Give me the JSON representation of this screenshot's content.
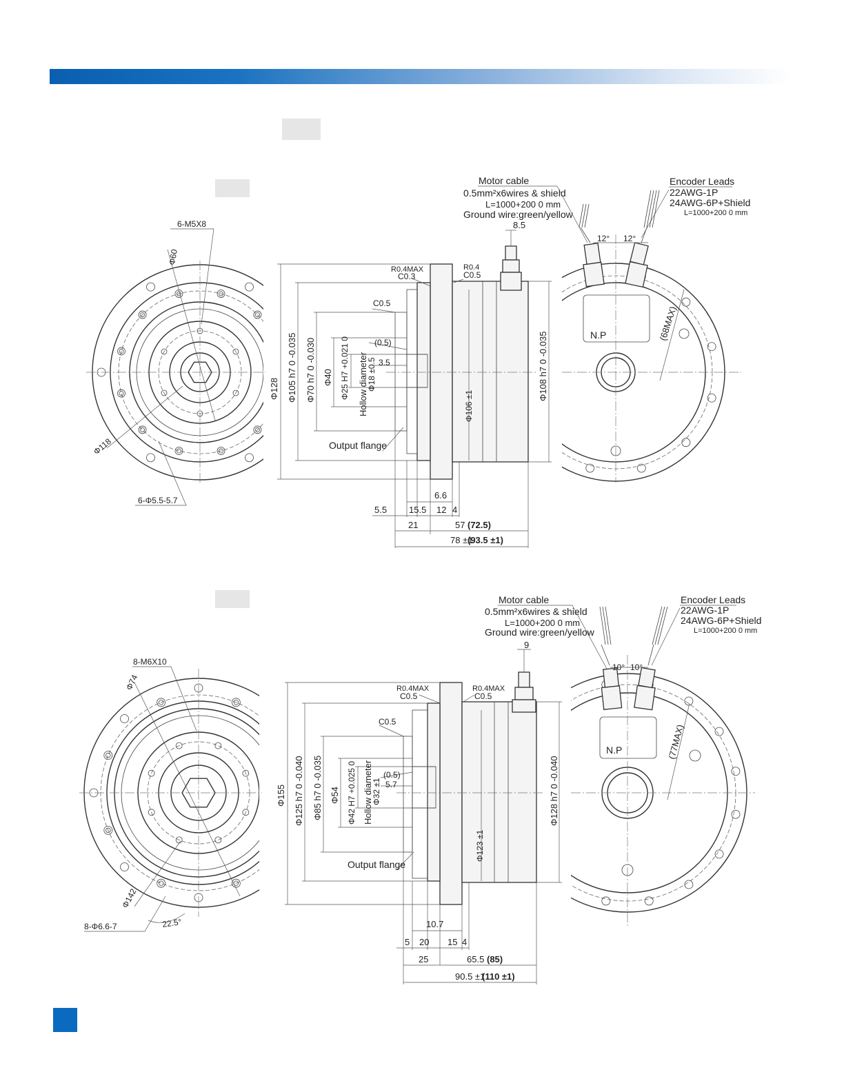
{
  "top": {
    "motor_cable": {
      "title": "Motor cable",
      "spec": "0.5mm²x6wires & shield",
      "length": "L=1000+200 0 mm",
      "ground": "Ground wire:green/yellow"
    },
    "encoder": {
      "title": "Encoder Leads",
      "line1": "22AWG-1P",
      "line2": "24AWG-6P+Shield",
      "length": "L=1000+200 0 mm"
    },
    "front": {
      "thread": "6-M5X8",
      "pcd_inner": "Φ60",
      "pcd_outer": "Φ118",
      "holes": "6-Φ5.5-5.7"
    },
    "side": {
      "d_128": "Φ128",
      "d_105": "Φ105 h7 0 -0.035",
      "d_70": "Φ70 h7 0 -0.030",
      "d_40": "Φ40",
      "d_25": "Φ25 H7 +0.021 0",
      "hollow": "Hollow diameter",
      "d_18": "Φ18 ±0.5",
      "d_106": "Φ106 ±1",
      "d_108": "Φ108 h7 0 -0.035",
      "r04_left": "R0.4MAX",
      "c03": "C0.3",
      "r04_right": "R0.4",
      "c05_right": "C0.5",
      "c05_inner": "C0.5",
      "p05": "(0.5)",
      "d35": "3.5",
      "d85": "8.5",
      "output_flange": "Output flange",
      "d66": "6.6",
      "d55": "5.5",
      "d155": "15.5",
      "d12": "12",
      "d4": "4",
      "d21": "21",
      "d57": "57",
      "d57b": "(72.5)",
      "d78": "78 ±1",
      "d78b": "(93.5 ±1)"
    },
    "rear": {
      "angle1": "12°",
      "angle2": "12°",
      "np": "N.P",
      "max": "(68MAX)"
    }
  },
  "bottom": {
    "motor_cable": {
      "title": "Motor cable",
      "spec": "0.5mm²x6wires & shield",
      "length": "L=1000+200 0 mm",
      "ground": "Ground wire:green/yellow"
    },
    "encoder": {
      "title": "Encoder Leads",
      "line1": "22AWG-1P",
      "line2": "24AWG-6P+Shield",
      "length": "L=1000+200 0 mm"
    },
    "front": {
      "thread": "8-M6X10",
      "pcd_inner": "Φ74",
      "pcd_outer": "Φ142",
      "holes": "8-Φ6.6-7",
      "angle": "22.5°"
    },
    "side": {
      "d_155": "Φ155",
      "d_125": "Φ125 h7 0 -0.040",
      "d_85": "Φ85 h7 0 -0.035",
      "d_54": "Φ54",
      "d_42": "Φ42 H7 +0.025 0",
      "hollow": "Hollow diameter",
      "d_32": "Φ32 ±1",
      "d_123": "Φ123 ±1",
      "d_128": "Φ128 h7 0 -0.040",
      "r04_left": "R0.4MAX",
      "c05_left": "C0.5",
      "r04_right": "R0.4MAX",
      "c05_right": "C0.5",
      "c05_inner": "C0.5",
      "p05": "(0.5)",
      "d57": "5.7",
      "d9": "9",
      "output_flange": "Output flange",
      "d107": "10.7",
      "d5": "5",
      "d20": "20",
      "d15": "15",
      "d4": "4",
      "d25": "25",
      "d655": "65.5",
      "d655b": "(85)",
      "d905": "90.5 ±1",
      "d905b": "(110 ±1)"
    },
    "rear": {
      "angle1": "10°",
      "angle2": "10°",
      "np": "N.P",
      "max": "(77MAX)"
    }
  }
}
